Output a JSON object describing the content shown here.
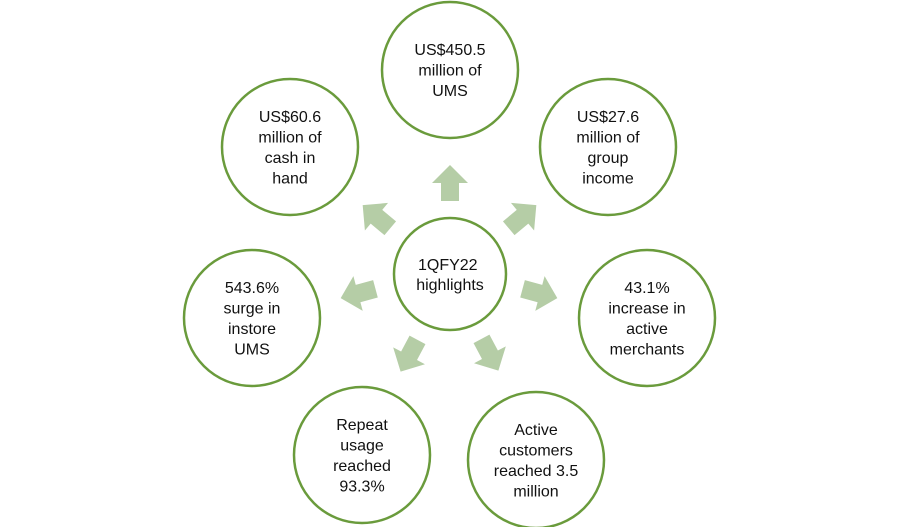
{
  "diagram": {
    "center": {
      "lines": [
        "1QFY22",
        "highlights"
      ]
    },
    "nodes": [
      {
        "key": "ums",
        "lines": [
          "US$450.5",
          "million of",
          "UMS"
        ]
      },
      {
        "key": "group-income",
        "lines": [
          "US$27.6",
          "million of",
          "group",
          "income"
        ]
      },
      {
        "key": "active-merchants",
        "lines": [
          "43.1%",
          "increase in",
          "active",
          "merchants"
        ]
      },
      {
        "key": "active-customers",
        "lines": [
          "Active",
          "customers",
          "reached 3.5",
          "million"
        ]
      },
      {
        "key": "repeat-usage",
        "lines": [
          "Repeat",
          "usage",
          "reached",
          "93.3%"
        ]
      },
      {
        "key": "instore-ums",
        "lines": [
          "543.6%",
          "surge in",
          "instore",
          "UMS"
        ]
      },
      {
        "key": "cash-in-hand",
        "lines": [
          "US$60.6",
          "million of",
          "cash in",
          "hand"
        ]
      }
    ],
    "colors": {
      "circle_stroke": "#6a9b3c",
      "arrow_fill": "#b5cda6",
      "text": "#111111"
    }
  }
}
